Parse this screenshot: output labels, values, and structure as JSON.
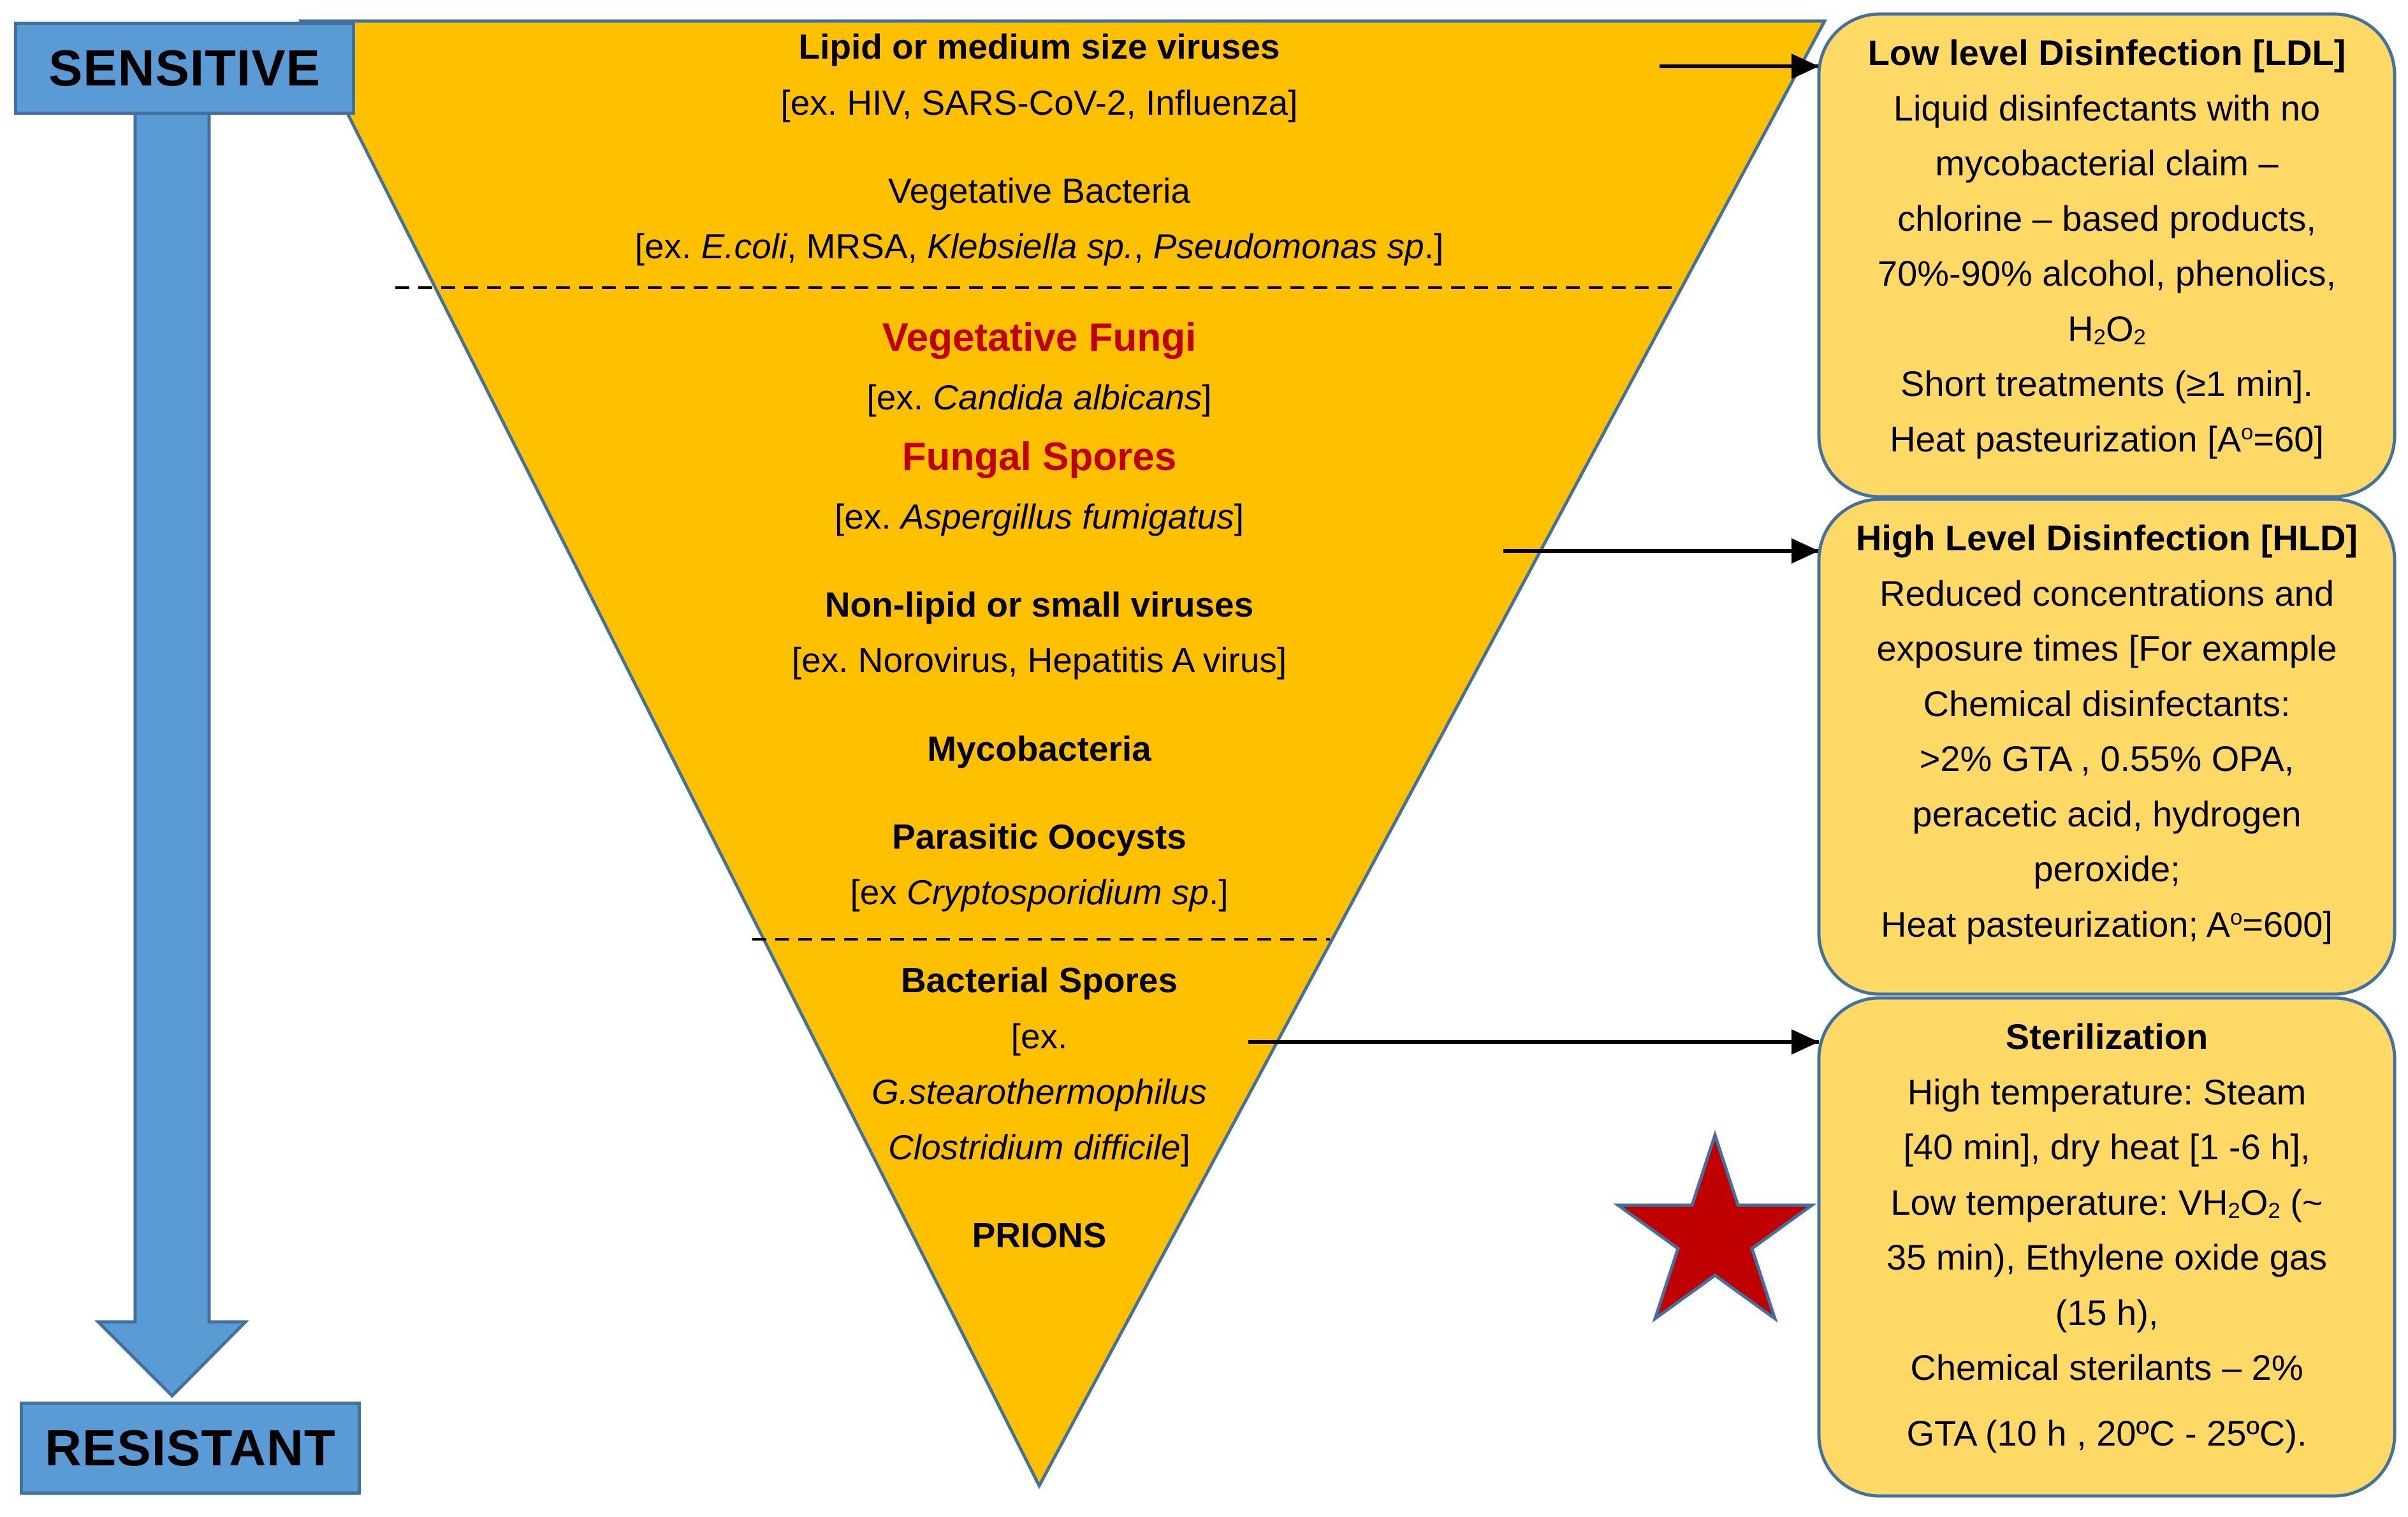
{
  "colors": {
    "triangle_fill": "#ffc000",
    "triangle_stroke": "#41719c",
    "scale_blue": "#5b9bd5",
    "scale_blue_stroke": "#41719c",
    "box_fill": "#ffd966",
    "box_stroke": "#41719c",
    "red_text": "#c00000",
    "star_fill": "#c00000",
    "star_stroke": "#41719c",
    "arrow": "#000000"
  },
  "scale": {
    "top_label": "SENSITIVE",
    "bottom_label": "RESISTANT"
  },
  "triangle": {
    "lipid_viruses_title": "Lipid or medium size viruses",
    "lipid_viruses_ex": "[ex. HIV, SARS-CoV-2, Influenza]",
    "veg_bacteria_title": "Vegetative Bacteria",
    "veg_bacteria_ex_open": "[ex. ",
    "veg_bacteria_ex_ecoli": "E.coli",
    "veg_bacteria_ex_mrsa": ", MRSA, ",
    "veg_bacteria_ex_klebsiella": "Klebsiella sp.",
    "veg_bacteria_ex_sep": ", ",
    "veg_bacteria_ex_pseudomonas": "Pseudomonas sp",
    "veg_bacteria_ex_close": ".]",
    "veg_fungi_title": "Vegetative Fungi",
    "veg_fungi_ex_open": "[ex. ",
    "veg_fungi_ex_name": "Candida albicans",
    "veg_fungi_ex_close": "]",
    "fungal_spores_title": "Fungal Spores",
    "fungal_spores_ex_open": "[ex. ",
    "fungal_spores_ex_name": "Aspergillus fumigatus",
    "fungal_spores_ex_close": "]",
    "nonlipid_title": "Non-lipid or small viruses",
    "nonlipid_ex": "[ex. Norovirus, Hepatitis A virus]",
    "mycobacteria_title": "Mycobacteria",
    "oocysts_title": "Parasitic Oocysts",
    "oocysts_ex_open": "[ex ",
    "oocysts_ex_name": "Cryptosporidium sp",
    "oocysts_ex_close": ".]",
    "spores_title": "Bacterial Spores",
    "spores_ex_open": "[ex.",
    "spores_ex_g": "G.stearothermophilus",
    "spores_ex_c": "Clostridium difficile",
    "spores_ex_close": "]",
    "prions_title": "PRIONS"
  },
  "ldl": {
    "title": "Low level Disinfection [LDL]",
    "line1": "Liquid disinfectants with no",
    "line2": "mycobacterial claim –",
    "line3": "chlorine – based products,",
    "line4": "70%-90% alcohol, phenolics,",
    "line5_a": "H",
    "line5_sub1": "2",
    "line5_b": "O",
    "line5_sub2": "2",
    "line6": "Short treatments (≥1 min].",
    "line7_a": "Heat pasteurization [A",
    "line7_sup": "o",
    "line7_b": "=60]"
  },
  "hld": {
    "title": "High Level Disinfection [HLD]",
    "line1": "Reduced concentrations and",
    "line2": "exposure times [For example",
    "line3": "Chemical disinfectants:",
    "line4": ">2% GTA , 0.55% OPA,",
    "line5": "peracetic acid, hydrogen",
    "line6": "peroxide;",
    "line7_a": "Heat pasteurization; A",
    "line7_sup": "o",
    "line7_b": "=600]"
  },
  "sterilization": {
    "title": "Sterilization",
    "line1": "High temperature: Steam",
    "line2": "[40 min], dry heat [1 -6 h],",
    "line3_a": "Low temperature: VH",
    "line3_sub1": "2",
    "line3_b": "O",
    "line3_sub2": "2",
    "line3_c": " (~",
    "line4": "35 min), Ethylene oxide gas",
    "line5": "(15 h),",
    "line6": "Chemical sterilants – 2%",
    "line7": "GTA (10 h , 20ºC - 25ºC)."
  }
}
